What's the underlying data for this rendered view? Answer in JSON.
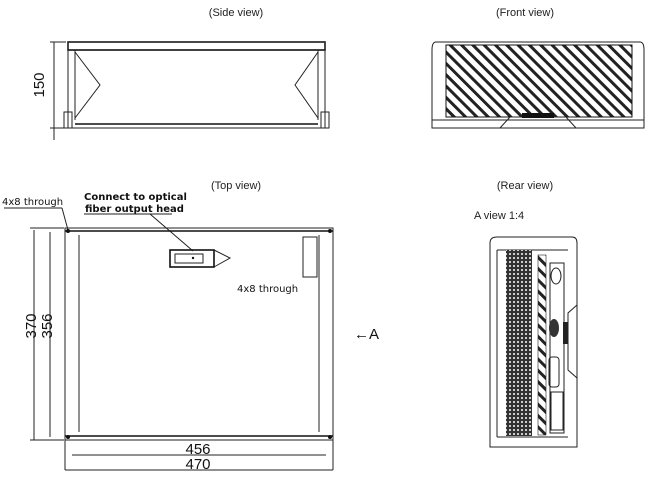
{
  "views": {
    "side": {
      "title": "(Side view)",
      "height_dim": "150"
    },
    "front": {
      "title": "(Front view)"
    },
    "top": {
      "title": "(Top view)",
      "callout_line1": "Connect to optical",
      "callout_line2": "fiber output head",
      "hole_note_left": "4x8 through",
      "hole_note_right": "4x8 through",
      "dim_outer_height": "370",
      "dim_inner_height": "356",
      "dim_inner_width": "456",
      "dim_outer_width": "470",
      "view_arrow": "←A"
    },
    "rear": {
      "title": "(Rear view)",
      "subtitle": "A view 1:4"
    }
  }
}
